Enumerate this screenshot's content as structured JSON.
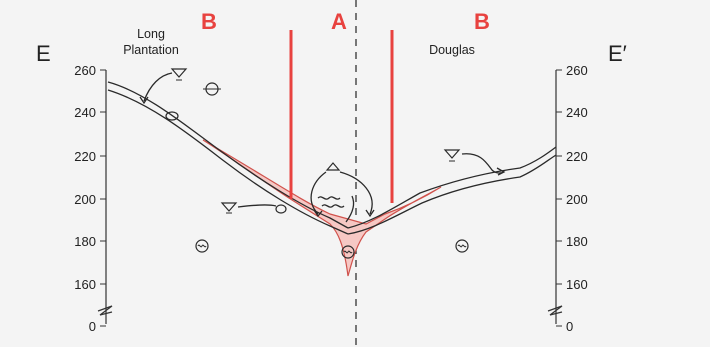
{
  "labels": {
    "left_section": "E",
    "right_section": "E′",
    "zone_left": "B",
    "zone_center": "A",
    "zone_right": "B",
    "place_left_line1": "Long",
    "place_left_line2": "Plantation",
    "place_right": "Douglas"
  },
  "axis": {
    "left_ticks": [
      "260",
      "240",
      "220",
      "200",
      "180",
      "160",
      "0"
    ],
    "right_ticks": [
      "260",
      "240",
      "220",
      "200",
      "180",
      "160",
      "0"
    ]
  },
  "colors": {
    "zone_line": "#e8423f",
    "deposit_fill": "#f6c8c4",
    "deposit_stroke": "#d0524c",
    "ink": "#2a2a2a",
    "background": "#f4f4f4"
  },
  "icons": [
    "water-table-icon",
    "well-symbol-icon",
    "flow-arrow-icon",
    "aquifer-symbol-icon"
  ]
}
